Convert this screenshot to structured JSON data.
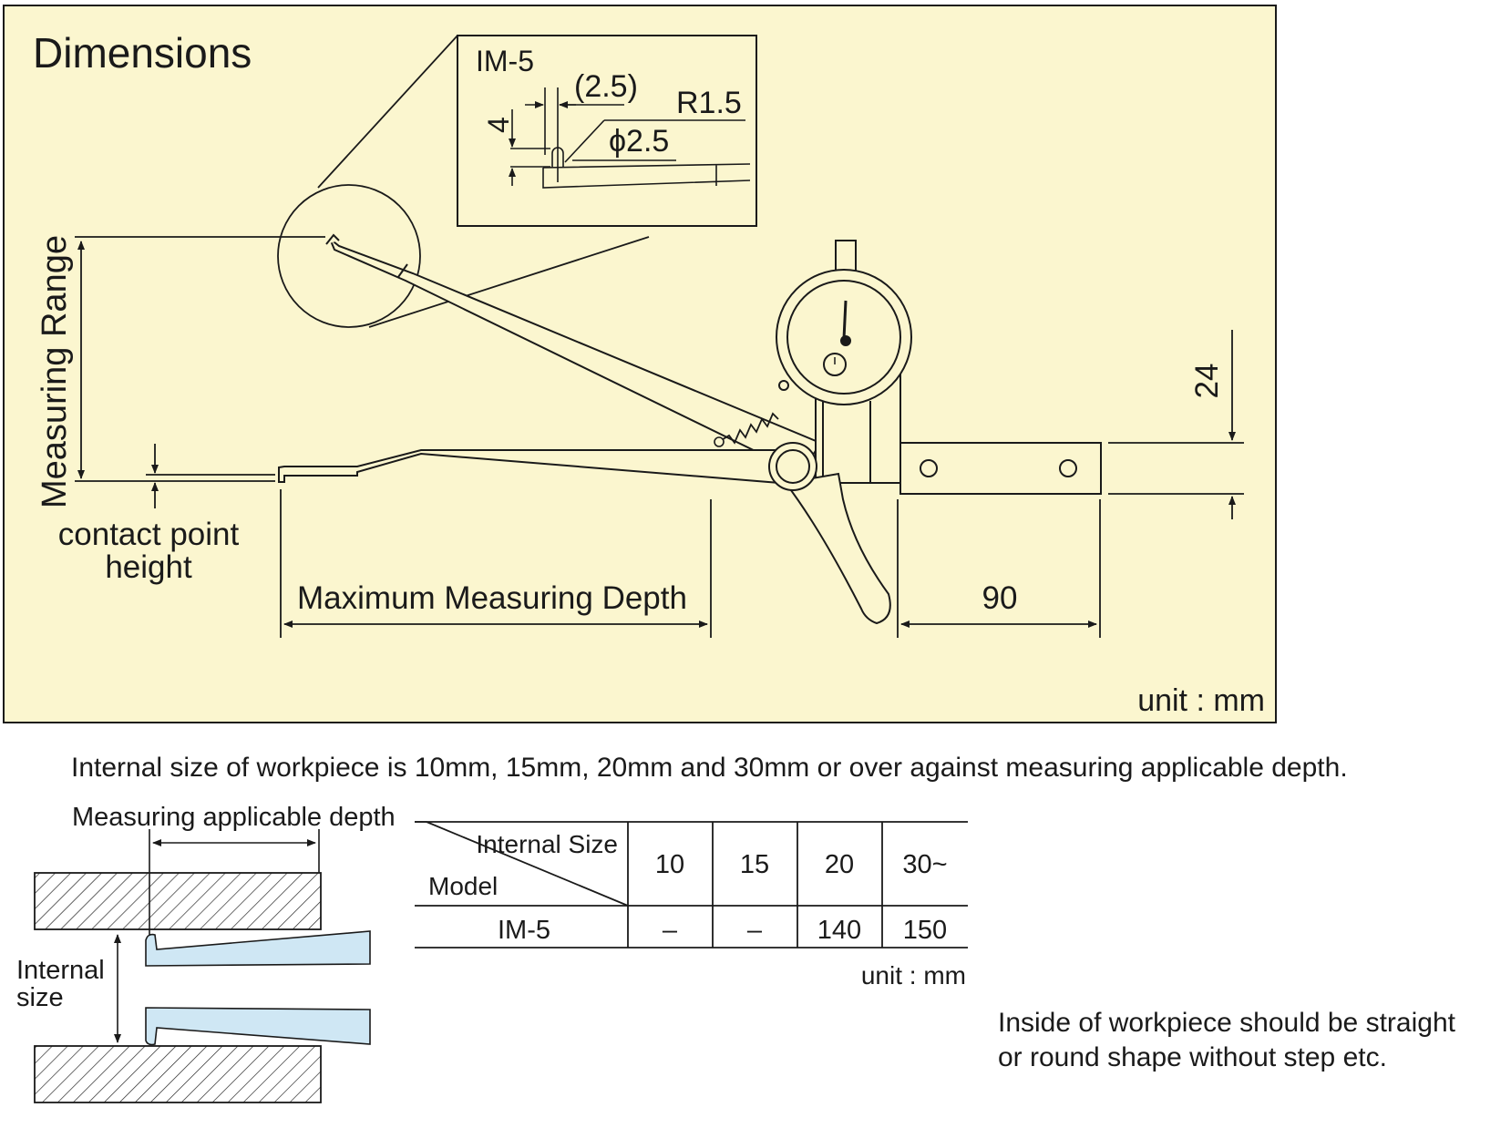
{
  "panel": {
    "title": "Dimensions",
    "bg_color": "#fbf6cf",
    "unit": "unit : mm",
    "labels": {
      "measuring_range": "Measuring Range",
      "contact_point_height_1": "contact point",
      "contact_point_height_2": "height",
      "max_depth": "Maximum Measuring Depth",
      "dim_90": "90",
      "dim_24": "24"
    },
    "inset": {
      "model": "IM-5",
      "dim_2_5": "(2.5)",
      "radius": "R1.5",
      "diameter": "ϕ2.5",
      "dim_4": "4"
    }
  },
  "note_top": "Internal size of workpiece is 10mm, 15mm, 20mm and 30mm or over against measuring applicable depth.",
  "workpiece": {
    "applicable_depth_label": "Measuring applicable depth",
    "internal_size_1": "Internal",
    "internal_size_2": "size",
    "jaw_color": "#cfe7f4"
  },
  "table": {
    "header_diag_top": "Internal Size",
    "header_diag_bottom": "Model",
    "columns": [
      "10",
      "15",
      "20",
      "30~"
    ],
    "rows": [
      {
        "model": "IM-5",
        "values": [
          "–",
          "–",
          "140",
          "150"
        ]
      }
    ],
    "unit": "unit : mm"
  },
  "note_bottom_1": "Inside of workpiece should be straight",
  "note_bottom_2": "or round shape without step etc."
}
